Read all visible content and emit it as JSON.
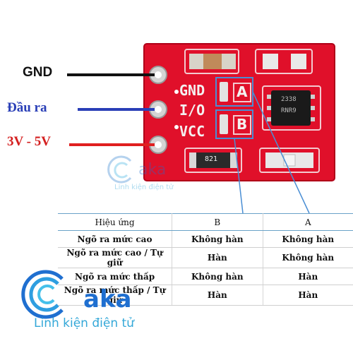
{
  "wires": {
    "gnd_label": "GND",
    "out_label": "Đầu ra",
    "power_label": "3V - 5V",
    "colors": {
      "gnd": "#111111",
      "out": "#2a3fb7",
      "power": "#e02020"
    }
  },
  "board": {
    "color": "#e0102a",
    "silk_gnd": "GND",
    "silk_io": "I/O",
    "silk_vcc": "VCC",
    "pad_a": "A",
    "pad_b": "B",
    "resistor_code": "821",
    "chip_marking_1": "2338",
    "chip_marking_2": "RNR9"
  },
  "table": {
    "headers": [
      "Hiệu ứng",
      "B",
      "A"
    ],
    "rows": [
      [
        "Ngõ ra mức cao",
        "Không hàn",
        "Không hàn"
      ],
      [
        "Ngõ ra mức cao / Tự giữ",
        "Hàn",
        "Không hàn"
      ],
      [
        "Ngõ ra mức thấp",
        "Không hàn",
        "Hàn"
      ],
      [
        "Ngõ ra mức thấp / Tự giữ",
        "Hàn",
        "Hàn"
      ]
    ]
  },
  "watermark": {
    "brand": "aka",
    "tagline": "Linh kiện điện tử"
  },
  "logo": {
    "brand": "aka",
    "tagline": "Linh kiện điện tử"
  }
}
